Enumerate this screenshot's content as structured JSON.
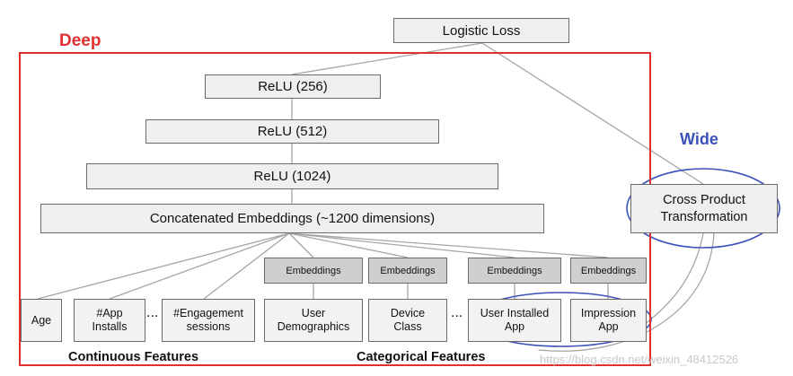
{
  "labels": {
    "deep": "Deep",
    "wide": "Wide",
    "continuous_features": "Continuous Features",
    "categorical_features": "Categorical Features"
  },
  "layers": {
    "output": "Logistic Loss",
    "relu_256": "ReLU (256)",
    "relu_512": "ReLU (512)",
    "relu_1024": "ReLU (1024)",
    "concat": "Concatenated Embeddings (~1200 dimensions)",
    "cross_product": "Cross Product\nTransformation"
  },
  "embeddings": [
    "Embeddings",
    "Embeddings",
    "Embeddings",
    "Embeddings"
  ],
  "continuous": {
    "age": "Age",
    "app_installs": "#App\nInstalls",
    "engagement_sessions": "#Engagement\nsessions"
  },
  "categorical": {
    "user_demographics": "User\nDemographics",
    "device_class": "Device\nClass",
    "user_installed_app": "User Installed\nApp",
    "impression_app": "Impression\nApp"
  },
  "ellipses": [
    "...",
    "..."
  ],
  "watermark": "https://blog.csdn.net/weixin_48412526",
  "colors": {
    "deep_frame": "#e03030",
    "wide_ellipse": "#3b50b8",
    "box_fill": "#efefef",
    "embedding_fill": "#cfcfcf",
    "connector": "#a6a6a6"
  }
}
